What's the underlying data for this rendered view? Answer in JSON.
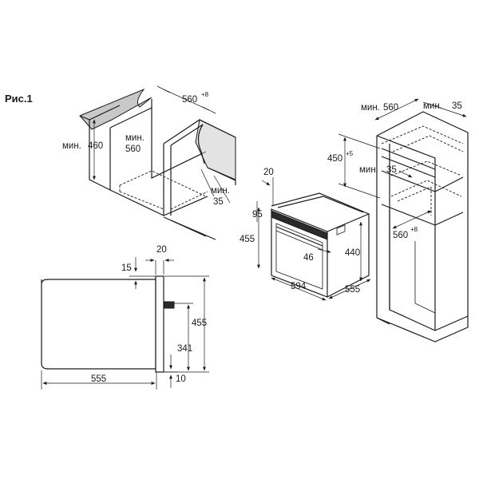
{
  "figure_label": "Рис.1",
  "left_niche": {
    "width": "560",
    "width_tol": "+8",
    "min_height_prefix": "мин.",
    "min_height": "460",
    "min_depth_prefix": "мин.",
    "min_depth": "560",
    "min_gap_prefix": "мин.",
    "min_gap": "35"
  },
  "oven_3d": {
    "top_offset": "20",
    "panel_height": "95",
    "height": "455",
    "inner_height": "440",
    "handle_offset": "46",
    "width": "594",
    "depth": "555"
  },
  "tall_cabinet": {
    "min_depth_prefix": "мин.",
    "min_depth": "560",
    "min_gap_prefix": "мин.",
    "min_gap": "35",
    "opening_height": "450",
    "opening_tol": "+5",
    "mid_gap_prefix": "мин.",
    "mid_gap": "35",
    "width": "560",
    "width_tol": "+8"
  },
  "side_view": {
    "front_thickness": "20",
    "top_offset": "15",
    "height": "455",
    "to_handle": "341",
    "bottom_offset": "10",
    "depth": "555"
  }
}
